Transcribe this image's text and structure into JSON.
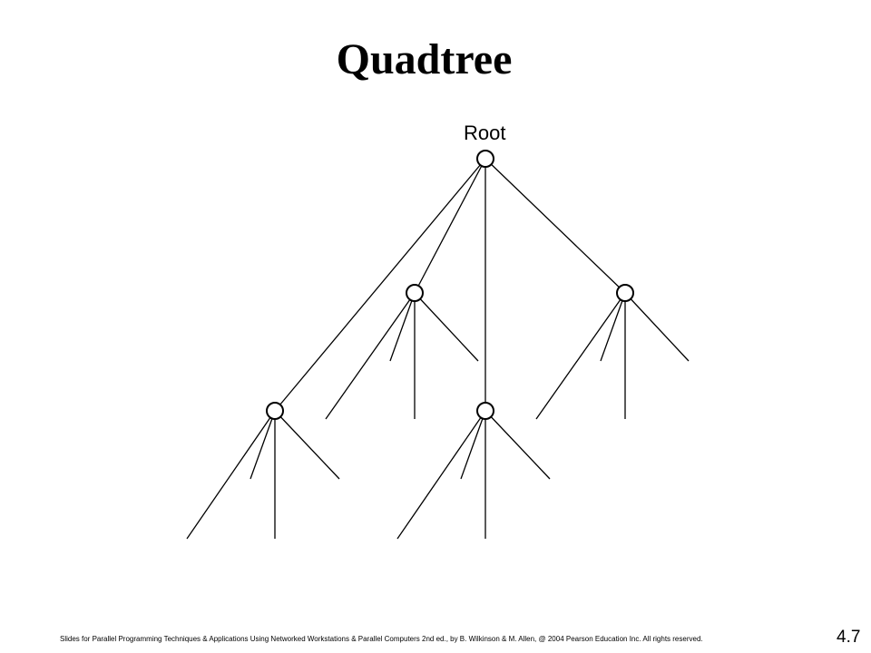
{
  "title": "Quadtree",
  "diagram": {
    "root_label": "Root"
  },
  "footer": {
    "credit": "Slides for Parallel Programming Techniques & Applications Using Networked Workstations & Parallel Computers 2nd ed., by B. Wilkinson & M. Allen, @ 2004 Pearson Education Inc. All rights reserved.",
    "page_number": "4.7"
  }
}
